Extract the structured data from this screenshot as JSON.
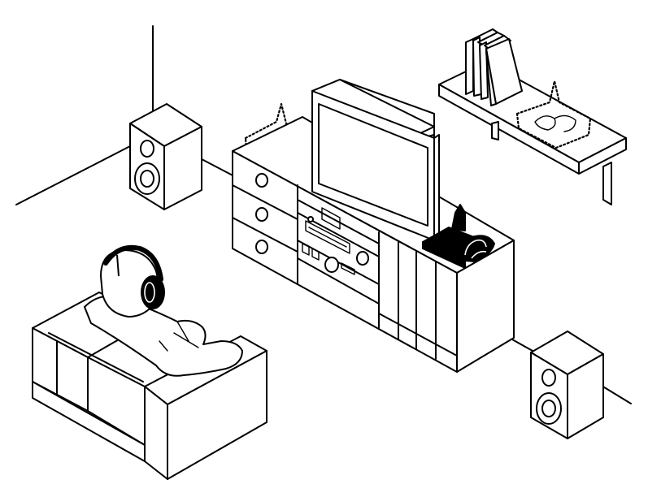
{
  "scene": {
    "colors": {
      "line": "#000000",
      "background": "#ffffff",
      "fill": "#ffffff"
    },
    "elements": [
      "room-walls-and-floor",
      "left-speaker-icon",
      "right-speaker-icon",
      "wall-shelf",
      "books",
      "tv-stand-cabinet",
      "stereo-amplifier",
      "television",
      "telephone-icon",
      "dotted-vibration-zones",
      "armchair",
      "listener-with-headphones-icon"
    ]
  }
}
